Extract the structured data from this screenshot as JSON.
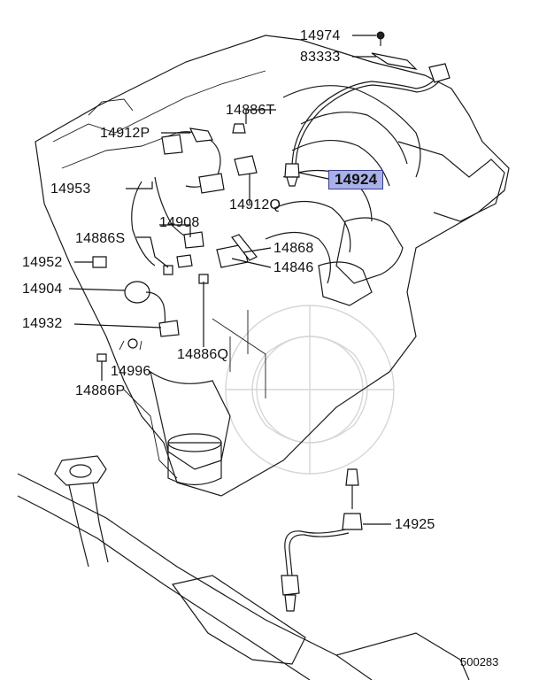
{
  "diagram": {
    "colors": {
      "highlight_fill": "#aab0e8",
      "highlight_border": "#3a3f8a",
      "ink": "#111111"
    },
    "labels": [
      {
        "id": "14974",
        "text": "14974"
      },
      {
        "id": "83333",
        "text": "83333"
      },
      {
        "id": "14886T",
        "text": "14886T"
      },
      {
        "id": "14912P",
        "text": "14912P"
      },
      {
        "id": "14953",
        "text": "14953"
      },
      {
        "id": "14924",
        "text": "14924",
        "highlighted": true
      },
      {
        "id": "14912Q",
        "text": "14912Q"
      },
      {
        "id": "14908",
        "text": "14908"
      },
      {
        "id": "14886S",
        "text": "14886S"
      },
      {
        "id": "14868",
        "text": "14868"
      },
      {
        "id": "14952",
        "text": "14952"
      },
      {
        "id": "14846",
        "text": "14846"
      },
      {
        "id": "14904",
        "text": "14904"
      },
      {
        "id": "14932",
        "text": "14932"
      },
      {
        "id": "14886Q",
        "text": "14886Q"
      },
      {
        "id": "14996",
        "text": "14996"
      },
      {
        "id": "14886P",
        "text": "14886P"
      },
      {
        "id": "14925",
        "text": "14925"
      }
    ],
    "reference_number": "500283"
  }
}
